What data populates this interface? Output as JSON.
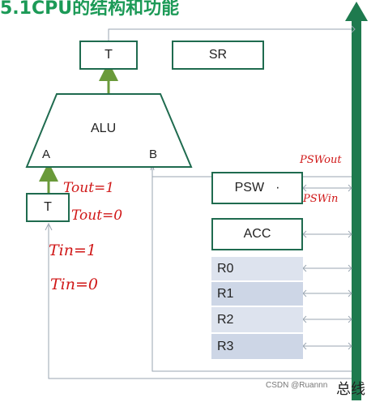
{
  "title": "5.1CPU的结构和功能",
  "alu": {
    "label": "ALU",
    "input_a": "A",
    "input_b": "B"
  },
  "registers": {
    "t_top": "T",
    "sr": "SR",
    "t_bottom": "T",
    "psw": "PSW",
    "psw_dot": "·",
    "acc": "ACC",
    "general": [
      "R0",
      "R1",
      "R2",
      "R3"
    ]
  },
  "annotations": {
    "t_out": "Tout=1",
    "t_out_zero": "Tout=0",
    "t_in": "Tin=1",
    "t_in_zero": "Tin=0",
    "psw_out": "PSWout",
    "psw_in": "PSWin"
  },
  "bus_label": "总线",
  "watermark": "CSDN @Ruannn",
  "colors": {
    "bus": "#1e7a4e",
    "green_arrow": "#6a9a3a",
    "annotation": "#d01818",
    "register_fill": "#dde3ee",
    "title": "#1c9a57"
  }
}
